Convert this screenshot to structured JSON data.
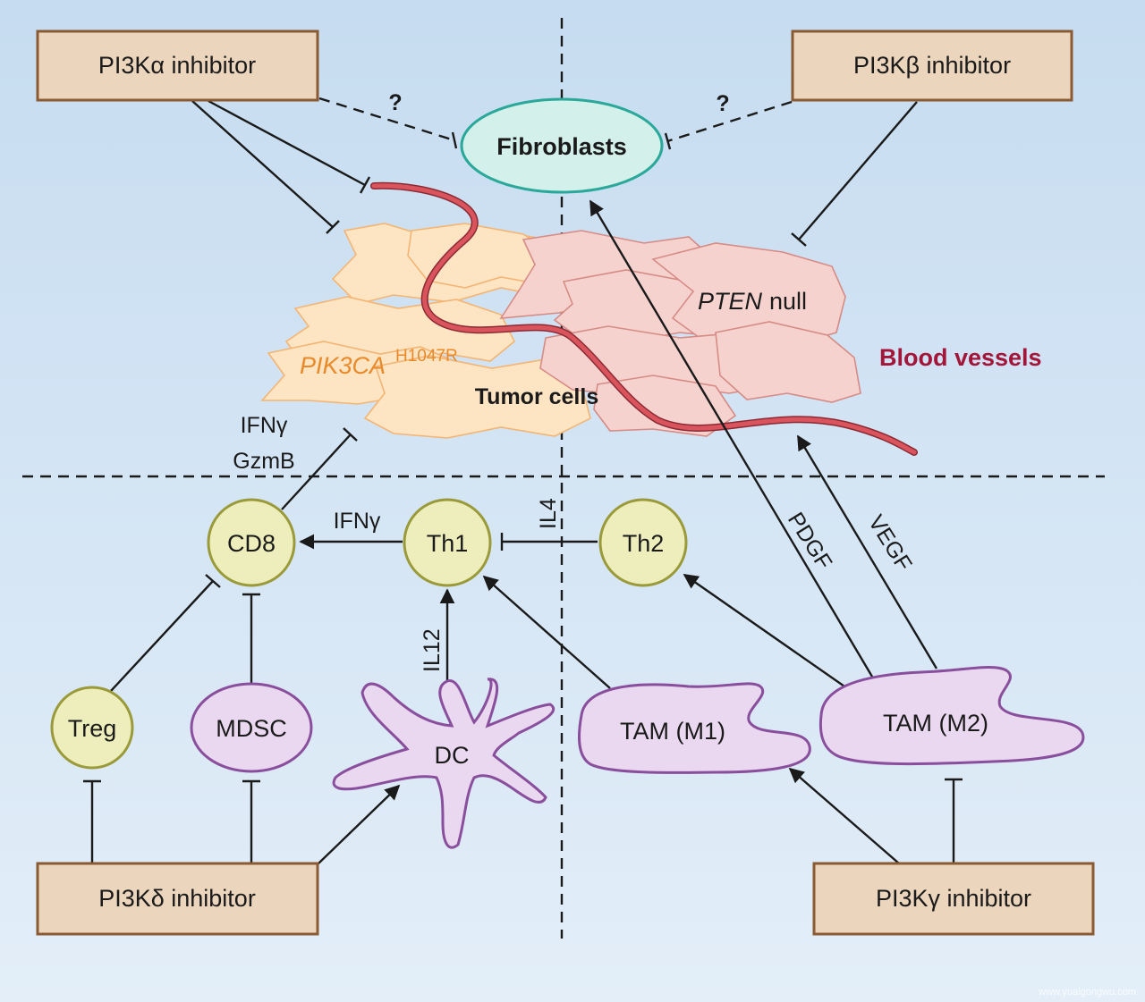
{
  "inhibitors": {
    "alpha": "PI3Kα inhibitor",
    "beta": "PI3Kβ inhibitor",
    "delta": "PI3Kδ inhibitor",
    "gamma": "PI3Kγ inhibitor"
  },
  "nodes": {
    "fibroblasts": "Fibroblasts",
    "cd8": "CD8",
    "th1": "Th1",
    "th2": "Th2",
    "treg": "Treg",
    "mdsc": "MDSC",
    "dc": "DC",
    "tam_m1": "TAM (M1)",
    "tam_m2": "TAM (M2)"
  },
  "labels": {
    "question_left": "?",
    "question_right": "?",
    "pik3ca": "PIK3CA",
    "pik3ca_sup": "H1047R",
    "pten": "PTEN",
    "pten_suffix": " null",
    "tumor_cells": "Tumor cells",
    "blood_vessels": "Blood vessels",
    "ifng_1": "IFNγ",
    "gzmb": "GzmB",
    "ifng_2": "IFNγ",
    "il4": "IL4",
    "il12": "IL12",
    "pdgf": "PDGF",
    "vegf": "VEGF",
    "watermark": "www.yuaigongwu.com"
  },
  "colors": {
    "inhibitor_fill": "#ecd5bd",
    "inhibitor_stroke": "#8a5a32",
    "fibroblast_fill": "#d4f0ea",
    "fibroblast_stroke": "#2aa89a",
    "tcell_fill": "#eeeebc",
    "tcell_stroke": "#9a9a3a",
    "myeloid_fill": "#ead8f0",
    "myeloid_stroke": "#8a4f9c",
    "tumor_pik3ca_fill": "#fde4c2",
    "tumor_pik3ca_stroke": "#f4b574",
    "tumor_pten_fill": "#f6d2cf",
    "tumor_pten_stroke": "#d68b85",
    "vessel": "#c0404a",
    "blood_vessel_text": "#a3163a",
    "pik3ca_text": "#e88a2a"
  }
}
